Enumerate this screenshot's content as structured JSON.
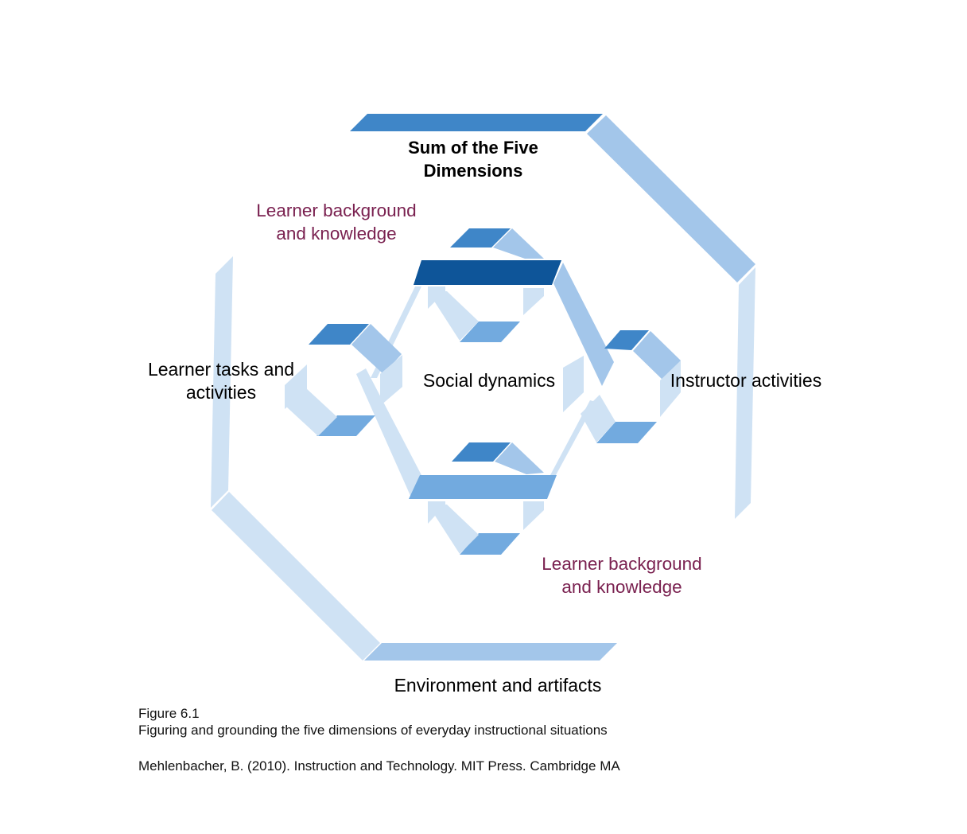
{
  "colors": {
    "dark": "#0e5599",
    "mid": "#3f86c8",
    "medium": "#72aadf",
    "light": "#a3c6ea",
    "pale": "#cfe2f4",
    "accent_text": "#7a2150"
  },
  "labels": {
    "top_title": "Sum of the Five\nDimensions",
    "learner_background_top": "Learner background\nand knowledge",
    "learner_background_bottom": "Learner background\nand knowledge",
    "learner_tasks": "Learner tasks and\nactivities",
    "social_dynamics": "Social dynamics",
    "instructor_activities": "Instructor activities",
    "environment": "Environment and artifacts"
  },
  "caption": {
    "figure_number": "Figure 6.1",
    "figure_title": "Figuring and grounding the five dimensions of everyday instructional situations",
    "citation": "Mehlenbacher, B. (2010). Instruction and Technology. MIT Press. Cambridge MA"
  }
}
